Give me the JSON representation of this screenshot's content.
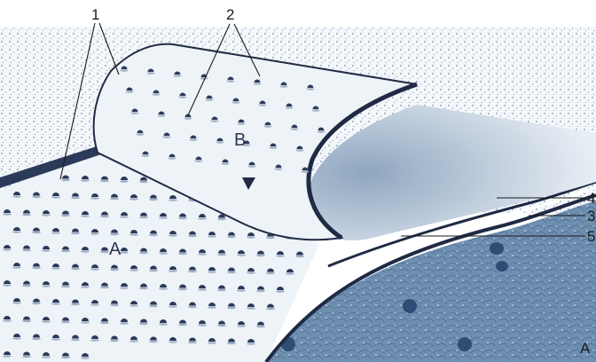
{
  "labels": {
    "one": "1",
    "two": "2",
    "three": "3",
    "four": "4",
    "five": "5",
    "region_a": "A",
    "sheet_b": "B",
    "corner": "A"
  },
  "colors": {
    "background": "#ffffff",
    "sheet": "#eef3f8",
    "sheet_edge": "#1f2a44",
    "tissue": "#6f8fb0",
    "tissue_dark": "#3f5f86",
    "particle": "#2b3a58"
  }
}
